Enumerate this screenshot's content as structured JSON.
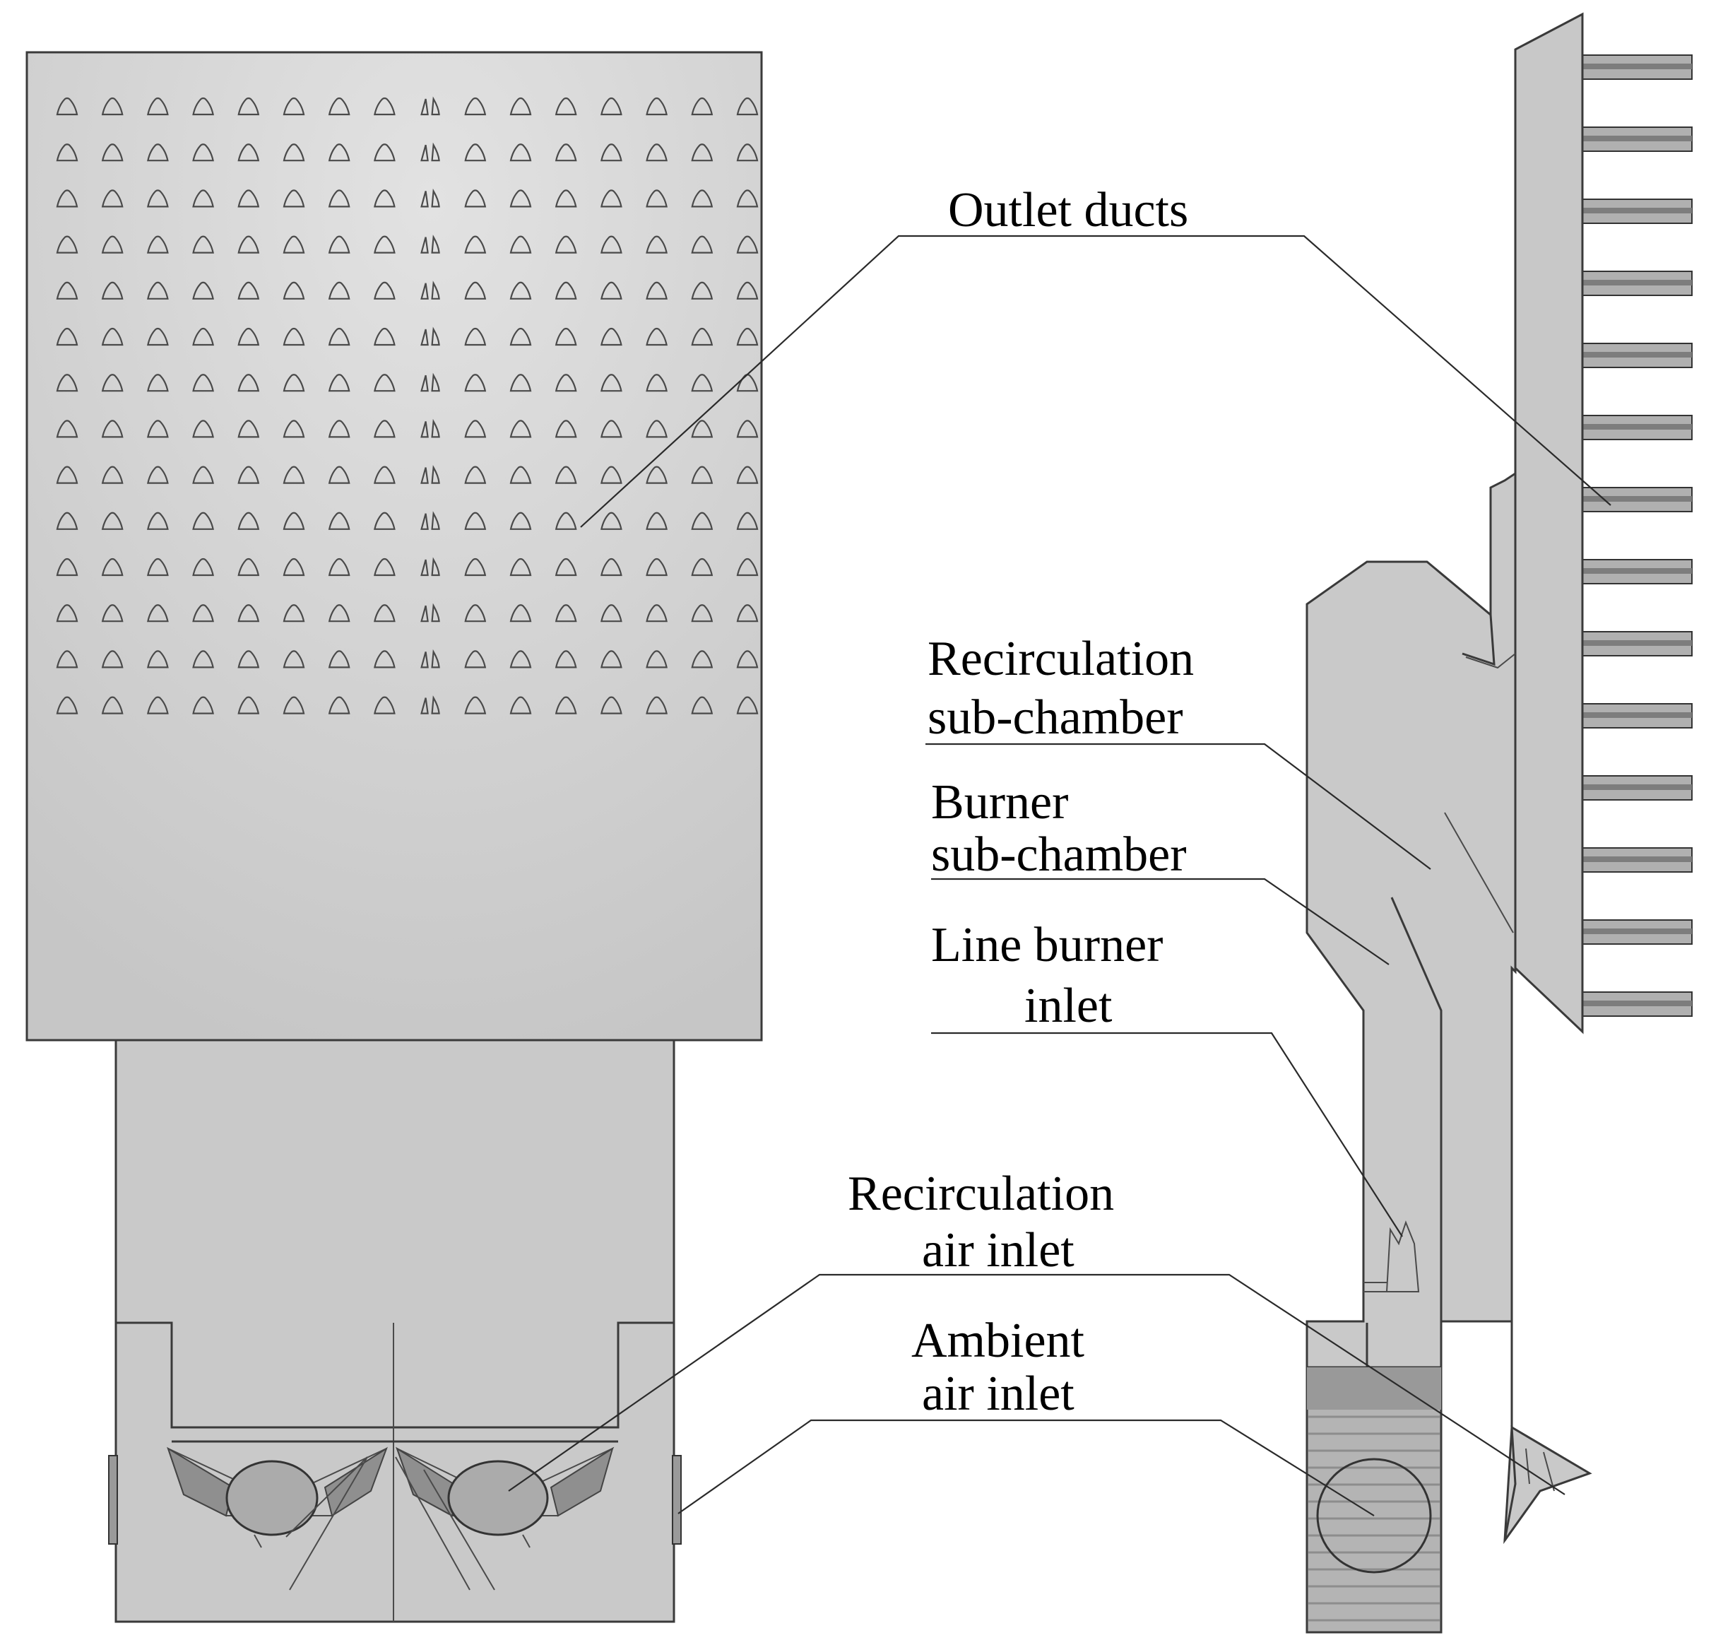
{
  "labels": {
    "outlet_ducts": "Outlet ducts",
    "recirculation_sub_chamber": [
      "Recirculation",
      "sub-chamber"
    ],
    "burner_sub_chamber": [
      "Burner",
      "sub-chamber"
    ],
    "line_burner_inlet": [
      "Line burner",
      "inlet"
    ],
    "recirculation_air_inlet": [
      "Recirculation",
      "air inlet"
    ],
    "ambient_air_inlet": [
      "Ambient",
      "air inlet"
    ]
  },
  "outlet_grid": {
    "rows": 14,
    "columns": 16
  },
  "side_fins": 14,
  "colors": {
    "body_gray": "#c8c8c8",
    "panel_gray": "#d2d2d2",
    "dark_gray": "#a9a9a9",
    "outline": "#3a3a3a"
  }
}
